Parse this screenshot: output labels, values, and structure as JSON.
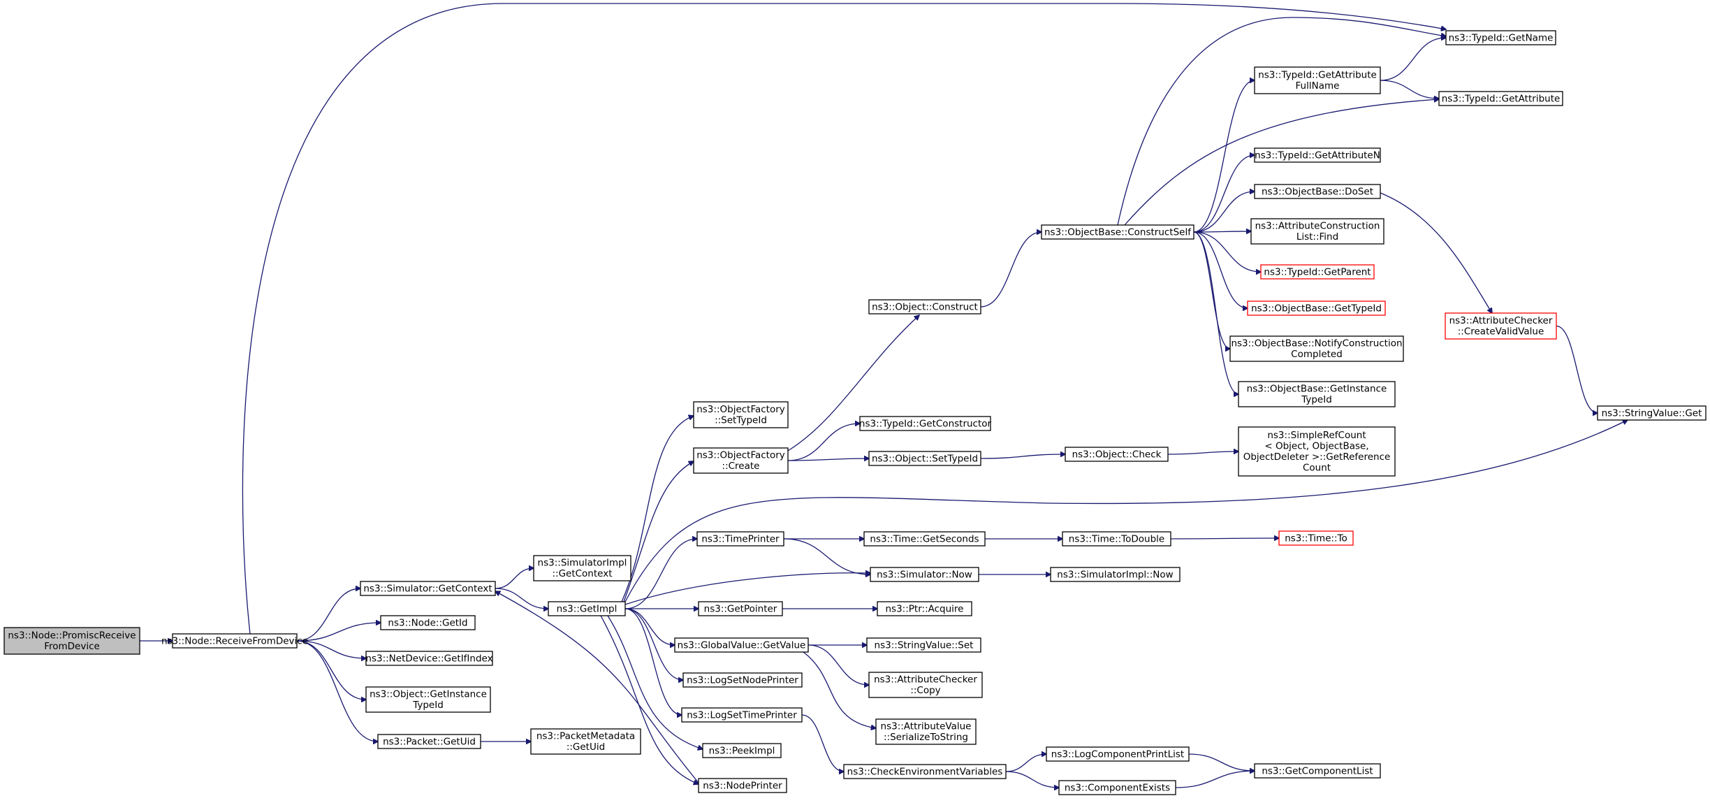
{
  "diagram": {
    "colors": {
      "edge": "#191970",
      "root_fill": "#bfbfbf",
      "truncated_border": "#ff0000",
      "node_border": "#000000"
    },
    "nodes": {
      "promisc": {
        "lines": [
          "ns3::Node::PromiscReceive",
          "FromDevice"
        ],
        "kind": "root"
      },
      "receive": {
        "lines": [
          "ns3::Node::ReceiveFromDevice"
        ]
      },
      "sim_getcontext": {
        "lines": [
          "ns3::Simulator::GetContext"
        ]
      },
      "node_getid": {
        "lines": [
          "ns3::Node::GetId"
        ]
      },
      "netdev_getifindex": {
        "lines": [
          "ns3::NetDevice::GetIfIndex"
        ]
      },
      "object_getinstancetypeid": {
        "lines": [
          "ns3::Object::GetInstance",
          "TypeId"
        ]
      },
      "packet_getuid": {
        "lines": [
          "ns3::Packet::GetUid"
        ]
      },
      "simimpl_getcontext": {
        "lines": [
          "ns3::SimulatorImpl",
          "::GetContext"
        ]
      },
      "getimpl": {
        "lines": [
          "ns3::GetImpl"
        ]
      },
      "pktmeta_getuid": {
        "lines": [
          "ns3::PacketMetadata",
          "::GetUid"
        ]
      },
      "objfactory_settypeid": {
        "lines": [
          "ns3::ObjectFactory",
          "::SetTypeId"
        ]
      },
      "objfactory_create": {
        "lines": [
          "ns3::ObjectFactory",
          "::Create"
        ]
      },
      "timeprinter": {
        "lines": [
          "ns3::TimePrinter"
        ]
      },
      "getpointer": {
        "lines": [
          "ns3::GetPointer"
        ]
      },
      "globalvalue_getvalue": {
        "lines": [
          "ns3::GlobalValue::GetValue"
        ]
      },
      "logsetnodeprinter": {
        "lines": [
          "ns3::LogSetNodePrinter"
        ]
      },
      "logsettimeprinter": {
        "lines": [
          "ns3::LogSetTimePrinter"
        ]
      },
      "peekimpl": {
        "lines": [
          "ns3::PeekImpl"
        ]
      },
      "nodeprinter": {
        "lines": [
          "ns3::NodePrinter"
        ]
      },
      "object_construct": {
        "lines": [
          "ns3::Object::Construct"
        ]
      },
      "typeid_getconstructor": {
        "lines": [
          "ns3::TypeId::GetConstructor"
        ]
      },
      "object_settypeid": {
        "lines": [
          "ns3::Object::SetTypeId"
        ]
      },
      "time_getseconds": {
        "lines": [
          "ns3::Time::GetSeconds"
        ]
      },
      "simulator_now": {
        "lines": [
          "ns3::Simulator::Now"
        ]
      },
      "ptr_acquire": {
        "lines": [
          "ns3::Ptr::Acquire"
        ]
      },
      "stringvalue_set": {
        "lines": [
          "ns3::StringValue::Set"
        ]
      },
      "attrchecker_copy": {
        "lines": [
          "ns3::AttributeChecker",
          "::Copy"
        ]
      },
      "attrvalue_serialize": {
        "lines": [
          "ns3::AttributeValue",
          "::SerializeToString"
        ]
      },
      "checkenv": {
        "lines": [
          "ns3::CheckEnvironmentVariables"
        ]
      },
      "objectbase_constructself": {
        "lines": [
          "ns3::ObjectBase::ConstructSelf"
        ]
      },
      "object_check": {
        "lines": [
          "ns3::Object::Check"
        ]
      },
      "time_todouble": {
        "lines": [
          "ns3::Time::ToDouble"
        ]
      },
      "simimpl_now": {
        "lines": [
          "ns3::SimulatorImpl::Now"
        ]
      },
      "logcomponentprintlist": {
        "lines": [
          "ns3::LogComponentPrintList"
        ]
      },
      "componentexists": {
        "lines": [
          "ns3::ComponentExists"
        ]
      },
      "typeid_getattributefullname": {
        "lines": [
          "ns3::TypeId::GetAttribute",
          "FullName"
        ]
      },
      "typeid_getattributen": {
        "lines": [
          "ns3::TypeId::GetAttributeN"
        ]
      },
      "objectbase_doset": {
        "lines": [
          "ns3::ObjectBase::DoSet"
        ]
      },
      "attrconstructionlist_find": {
        "lines": [
          "ns3::AttributeConstruction",
          "List::Find"
        ]
      },
      "typeid_getparent": {
        "lines": [
          "ns3::TypeId::GetParent"
        ],
        "kind": "truncated"
      },
      "objectbase_gettypeid": {
        "lines": [
          "ns3::ObjectBase::GetTypeId"
        ],
        "kind": "truncated"
      },
      "objectbase_notifyconstructioncompleted": {
        "lines": [
          "ns3::ObjectBase::NotifyConstruction",
          "Completed"
        ]
      },
      "objectbase_getinstancetypeid": {
        "lines": [
          "ns3::ObjectBase::GetInstance",
          "TypeId"
        ]
      },
      "simplerefcount": {
        "lines": [
          "ns3::SimpleRefCount",
          "< Object, ObjectBase,",
          "ObjectDeleter >::GetReference",
          "Count"
        ]
      },
      "time_to": {
        "lines": [
          "ns3::Time::To"
        ],
        "kind": "truncated"
      },
      "getcomponentlist": {
        "lines": [
          "ns3::GetComponentList"
        ]
      },
      "typeid_getname": {
        "lines": [
          "ns3::TypeId::GetName"
        ]
      },
      "typeid_getattribute": {
        "lines": [
          "ns3::TypeId::GetAttribute"
        ]
      },
      "attrchecker_createvalidvalue": {
        "lines": [
          "ns3::AttributeChecker",
          "::CreateValidValue"
        ],
        "kind": "truncated"
      },
      "stringvalue_get": {
        "lines": [
          "ns3::StringValue::Get"
        ]
      }
    }
  }
}
